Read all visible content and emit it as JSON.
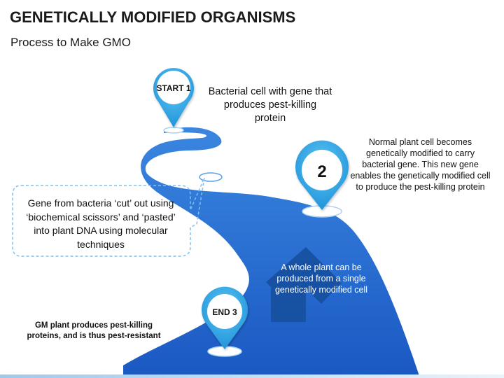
{
  "header": {
    "title": "GENETICALLY MODIFIED ORGANISMS",
    "subtitle": "Process to Make GMO"
  },
  "markers": {
    "start": "START 1",
    "step2": "2",
    "end": "END 3"
  },
  "steps": {
    "step1_text": "Bacterial cell with gene that produces pest-killing protein",
    "step2_text": "Normal plant cell becomes genetically modified to carry bacterial gene. This new gene enables the genetically modified cell to produce the  pest-killing protein",
    "callout_text": "Gene from bacteria ‘cut’ out using ‘biochemical scissors’ and ‘pasted’ into plant DNA using molecular techniques",
    "arrow_text": "A whole plant can be produced from a single genetically  modified cell",
    "end_text": "GM plant produces pest-killing proteins, and is thus pest-resistant"
  },
  "colors": {
    "road": "#1f62c9",
    "pin": "#29a4e8",
    "arrow": "#174f9e",
    "callout_border": "#7ec1f0"
  },
  "icons": [
    "map-pin-icon",
    "map-pin-icon",
    "map-pin-icon",
    "down-left-arrow-icon"
  ]
}
